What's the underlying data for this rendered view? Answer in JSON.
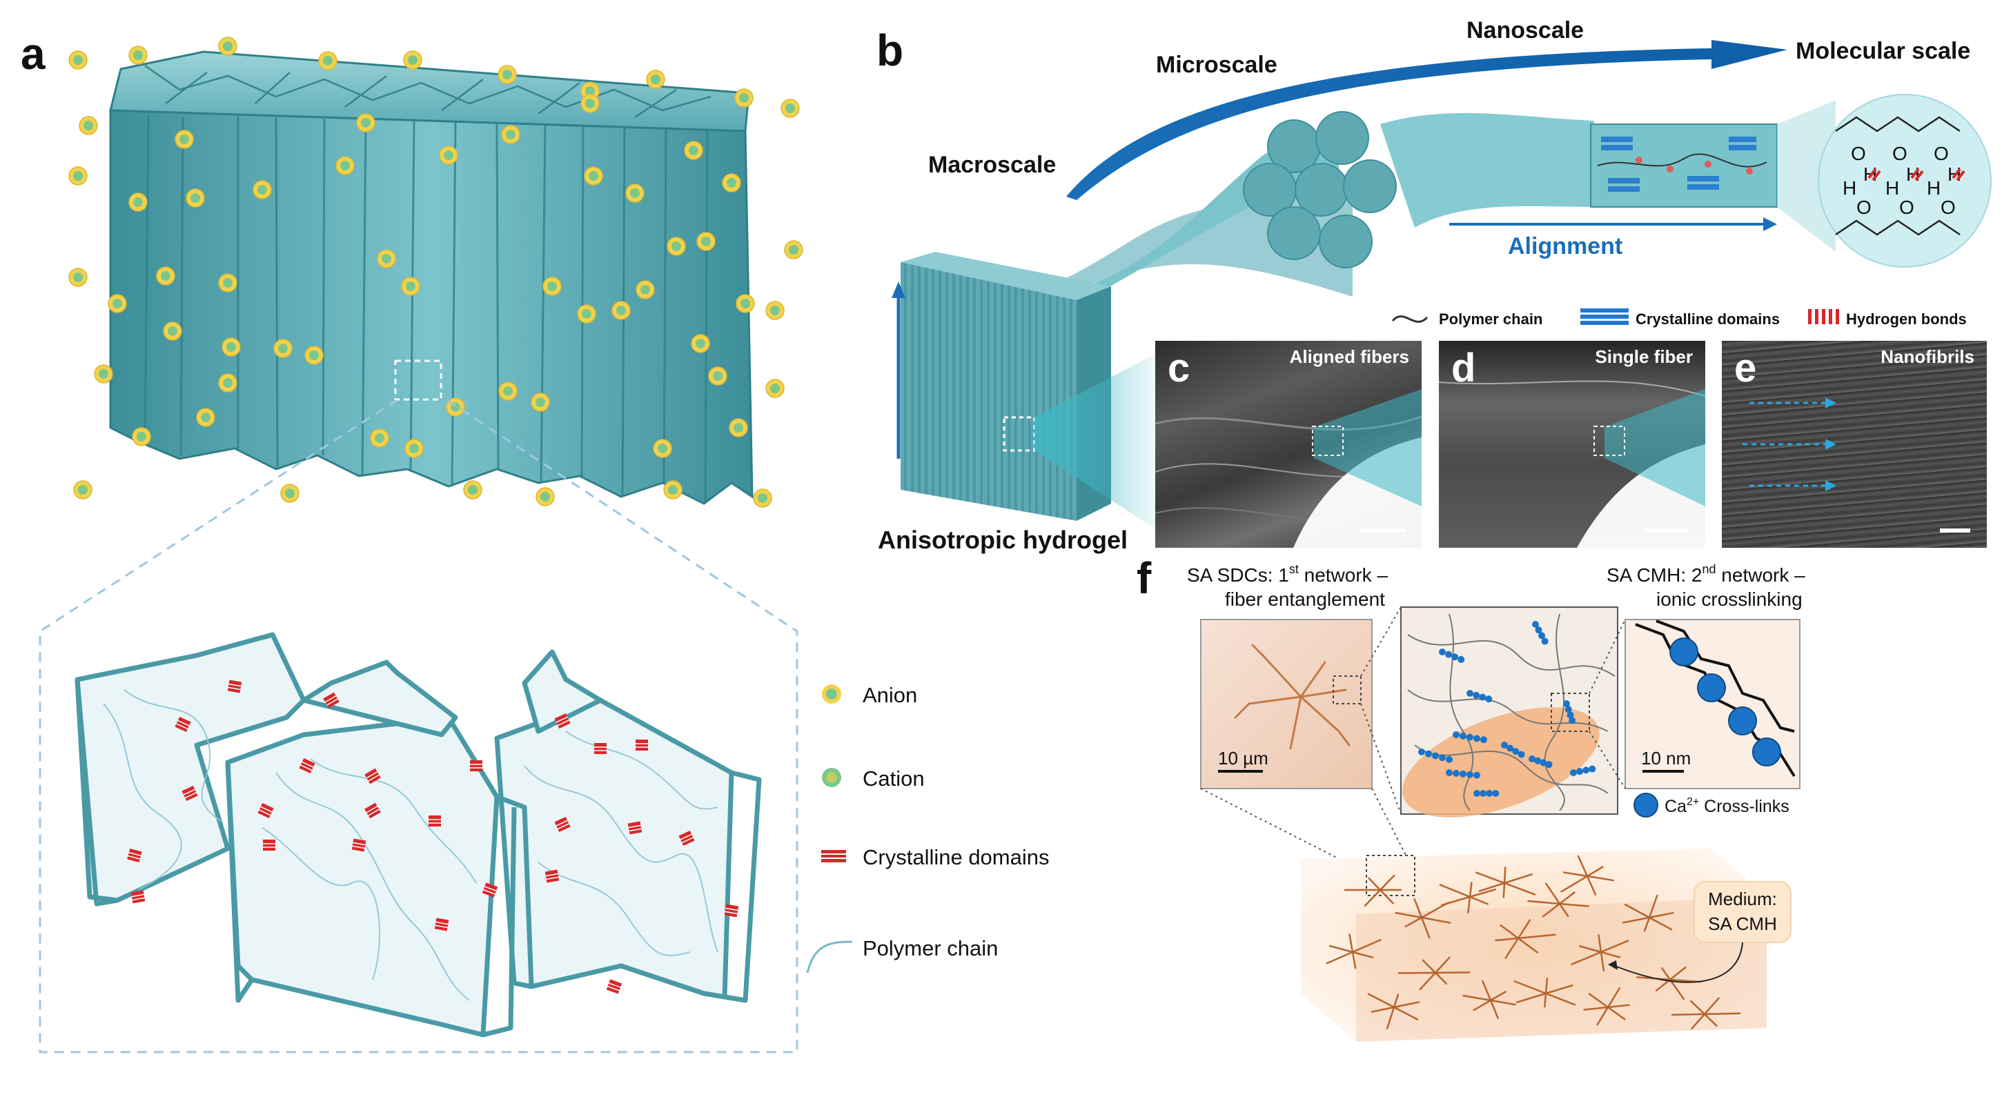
{
  "panels": {
    "a": "a",
    "b": "b",
    "c": "c",
    "d": "d",
    "e": "e",
    "f": "f"
  },
  "legend_a": {
    "anion": "Anion",
    "cation": "Cation",
    "crystalline": "Crystalline domains",
    "polymer": "Polymer chain"
  },
  "scales": {
    "macro": "Macroscale",
    "micro": "Microscale",
    "nano": "Nanoscale",
    "molecular": "Molecular scale"
  },
  "alignment": "Alignment",
  "hydrogel": "Anisotropic hydrogel",
  "legend_b": {
    "polymer": "Polymer chain",
    "crystalline": "Crystalline domains",
    "hbonds": "Hydrogen bonds"
  },
  "sem": {
    "c": "Aligned fibers",
    "d": "Single fiber",
    "e": "Nanofibrils"
  },
  "molecule": {
    "o": "O",
    "h": "H"
  },
  "f": {
    "net1_line1": "SA SDCs: 1",
    "net1_sup": "st",
    "net1_rest": " network –",
    "net1_line2": "fiber entanglement",
    "net2_line1": "SA CMH: 2",
    "net2_sup": "nd",
    "net2_rest": " network –",
    "net2_line2": "ionic crosslinking",
    "scale1": "10 µm",
    "scale2": "10 nm",
    "ca": "Ca",
    "ca_sup": "2+",
    "ca_rest": " Cross-links",
    "medium1": "Medium:",
    "medium2": "SA CMH"
  },
  "colors": {
    "teal": "#5aa9b4",
    "teal_dark": "#2f7f8a",
    "blue_arrow": "#1a6fb8",
    "ion_yellow": "#f2d24a",
    "ion_green": "#7cc68c",
    "crystal_red": "#d8282a",
    "fiber_orange": "#c47a45",
    "ca_blue": "#1c74c8"
  }
}
